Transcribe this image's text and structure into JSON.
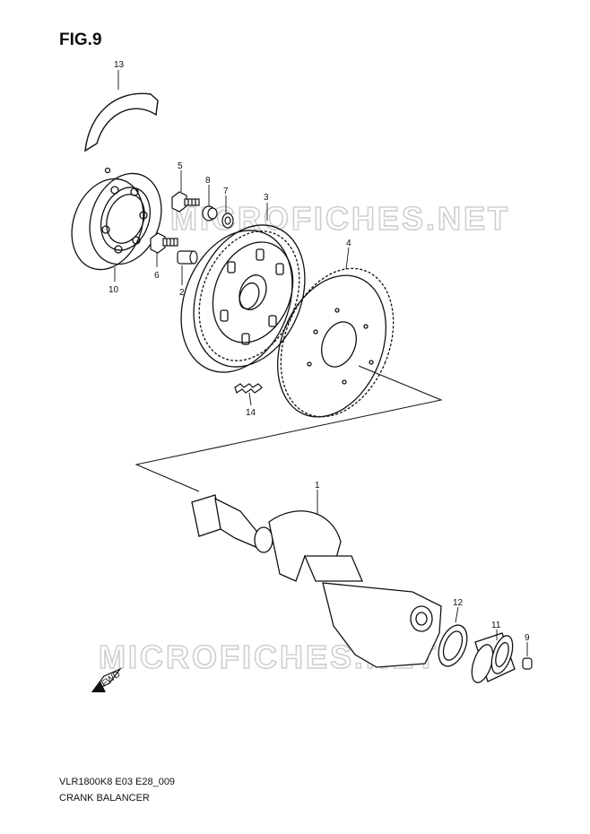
{
  "figure": {
    "title": "FIG.9"
  },
  "footer": {
    "code": "VLR1800K8 E03 E28_009",
    "caption": "CRANK BALANCER"
  },
  "watermark": {
    "text": "MICROFICHES.NET",
    "color": "#cfcfcf"
  },
  "fwd_badge": {
    "text": "FWD"
  },
  "callouts": [
    "13",
    "5",
    "8",
    "7",
    "3",
    "4",
    "10",
    "6",
    "2",
    "14",
    "1",
    "12",
    "11",
    "9"
  ]
}
